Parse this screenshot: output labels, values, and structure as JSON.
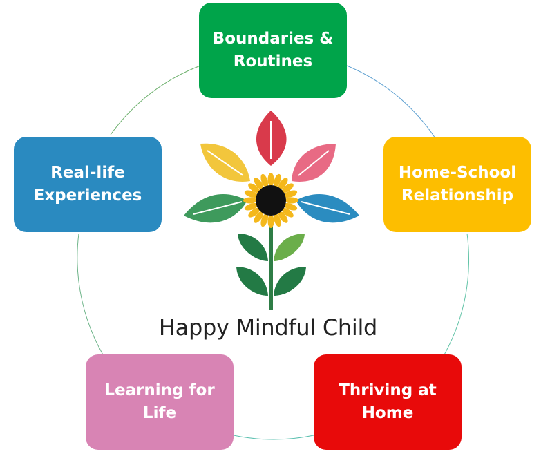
{
  "diagram": {
    "nodes": [
      {
        "id": "top",
        "label": "Boundaries &\nRoutines",
        "color": "#00A44A"
      },
      {
        "id": "right",
        "label": "Home-School\nRelationship",
        "color": "#FDBE00"
      },
      {
        "id": "bottom-right",
        "label": "Thriving at\nHome",
        "color": "#E80A0A"
      },
      {
        "id": "bottom-left",
        "label": "Learning for\nLife",
        "color": "#D884B4"
      },
      {
        "id": "left",
        "label": "Real-life\nExperiences",
        "color": "#2A8AC0"
      }
    ],
    "ring_colors": [
      "#6BAF6B",
      "#5C9FD0",
      "#63C4A8",
      "#6FB58A"
    ]
  },
  "logo": {
    "title": "Happy Mindful Child",
    "colors": {
      "petal_red": "#D93A4B",
      "petal_pink": "#E86A84",
      "petal_yellow": "#F2C63C",
      "petal_green": "#3E9A5C",
      "petal_blue": "#2B8CC0",
      "sunflower_petals": "#F4B81C",
      "center": "#111111",
      "stem": "#2E7D46",
      "leaf_light": "#6BAE4A",
      "leaf_dark": "#237A45"
    }
  }
}
